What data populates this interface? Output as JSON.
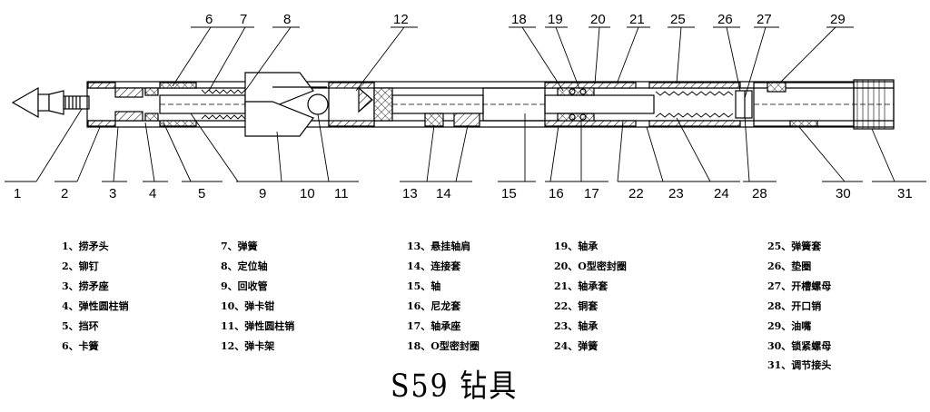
{
  "diagram": {
    "title": "S59 钻具",
    "callouts_top": [
      "6",
      "7",
      "8",
      "12",
      "18",
      "19",
      "20",
      "21",
      "25",
      "26",
      "27",
      "29"
    ],
    "callouts_bottom": [
      "1",
      "2",
      "3",
      "4",
      "5",
      "9",
      "10",
      "11",
      "13",
      "14",
      "15",
      "16",
      "17",
      "22",
      "23",
      "24",
      "28",
      "30",
      "31"
    ],
    "legend": [
      [
        "1、捞矛头",
        "2、铆钉",
        "3、捞矛座",
        "4、弹性圆柱销",
        "5、挡环",
        "6、卡簧"
      ],
      [
        "7、弹簧",
        "8、定位轴",
        "9、回收管",
        "10、弹卡钳",
        "11、弹性圆柱销",
        "12、弹卡架"
      ],
      [
        "13、悬挂轴肩",
        "14、连接套",
        "15、轴",
        "16、尼龙套",
        "17、轴承座",
        "18、O型密封圈"
      ],
      [
        "19、轴承",
        "20、O型密封圈",
        "21、轴承套",
        "22、铜套",
        "23、轴承",
        "24、弹簧"
      ],
      [
        "25、弹簧套",
        "26、垫圈",
        "27、开槽螺母",
        "28、开口销",
        "29、油嘴",
        "30、锁紧螺母",
        "31、调节接头"
      ]
    ]
  }
}
